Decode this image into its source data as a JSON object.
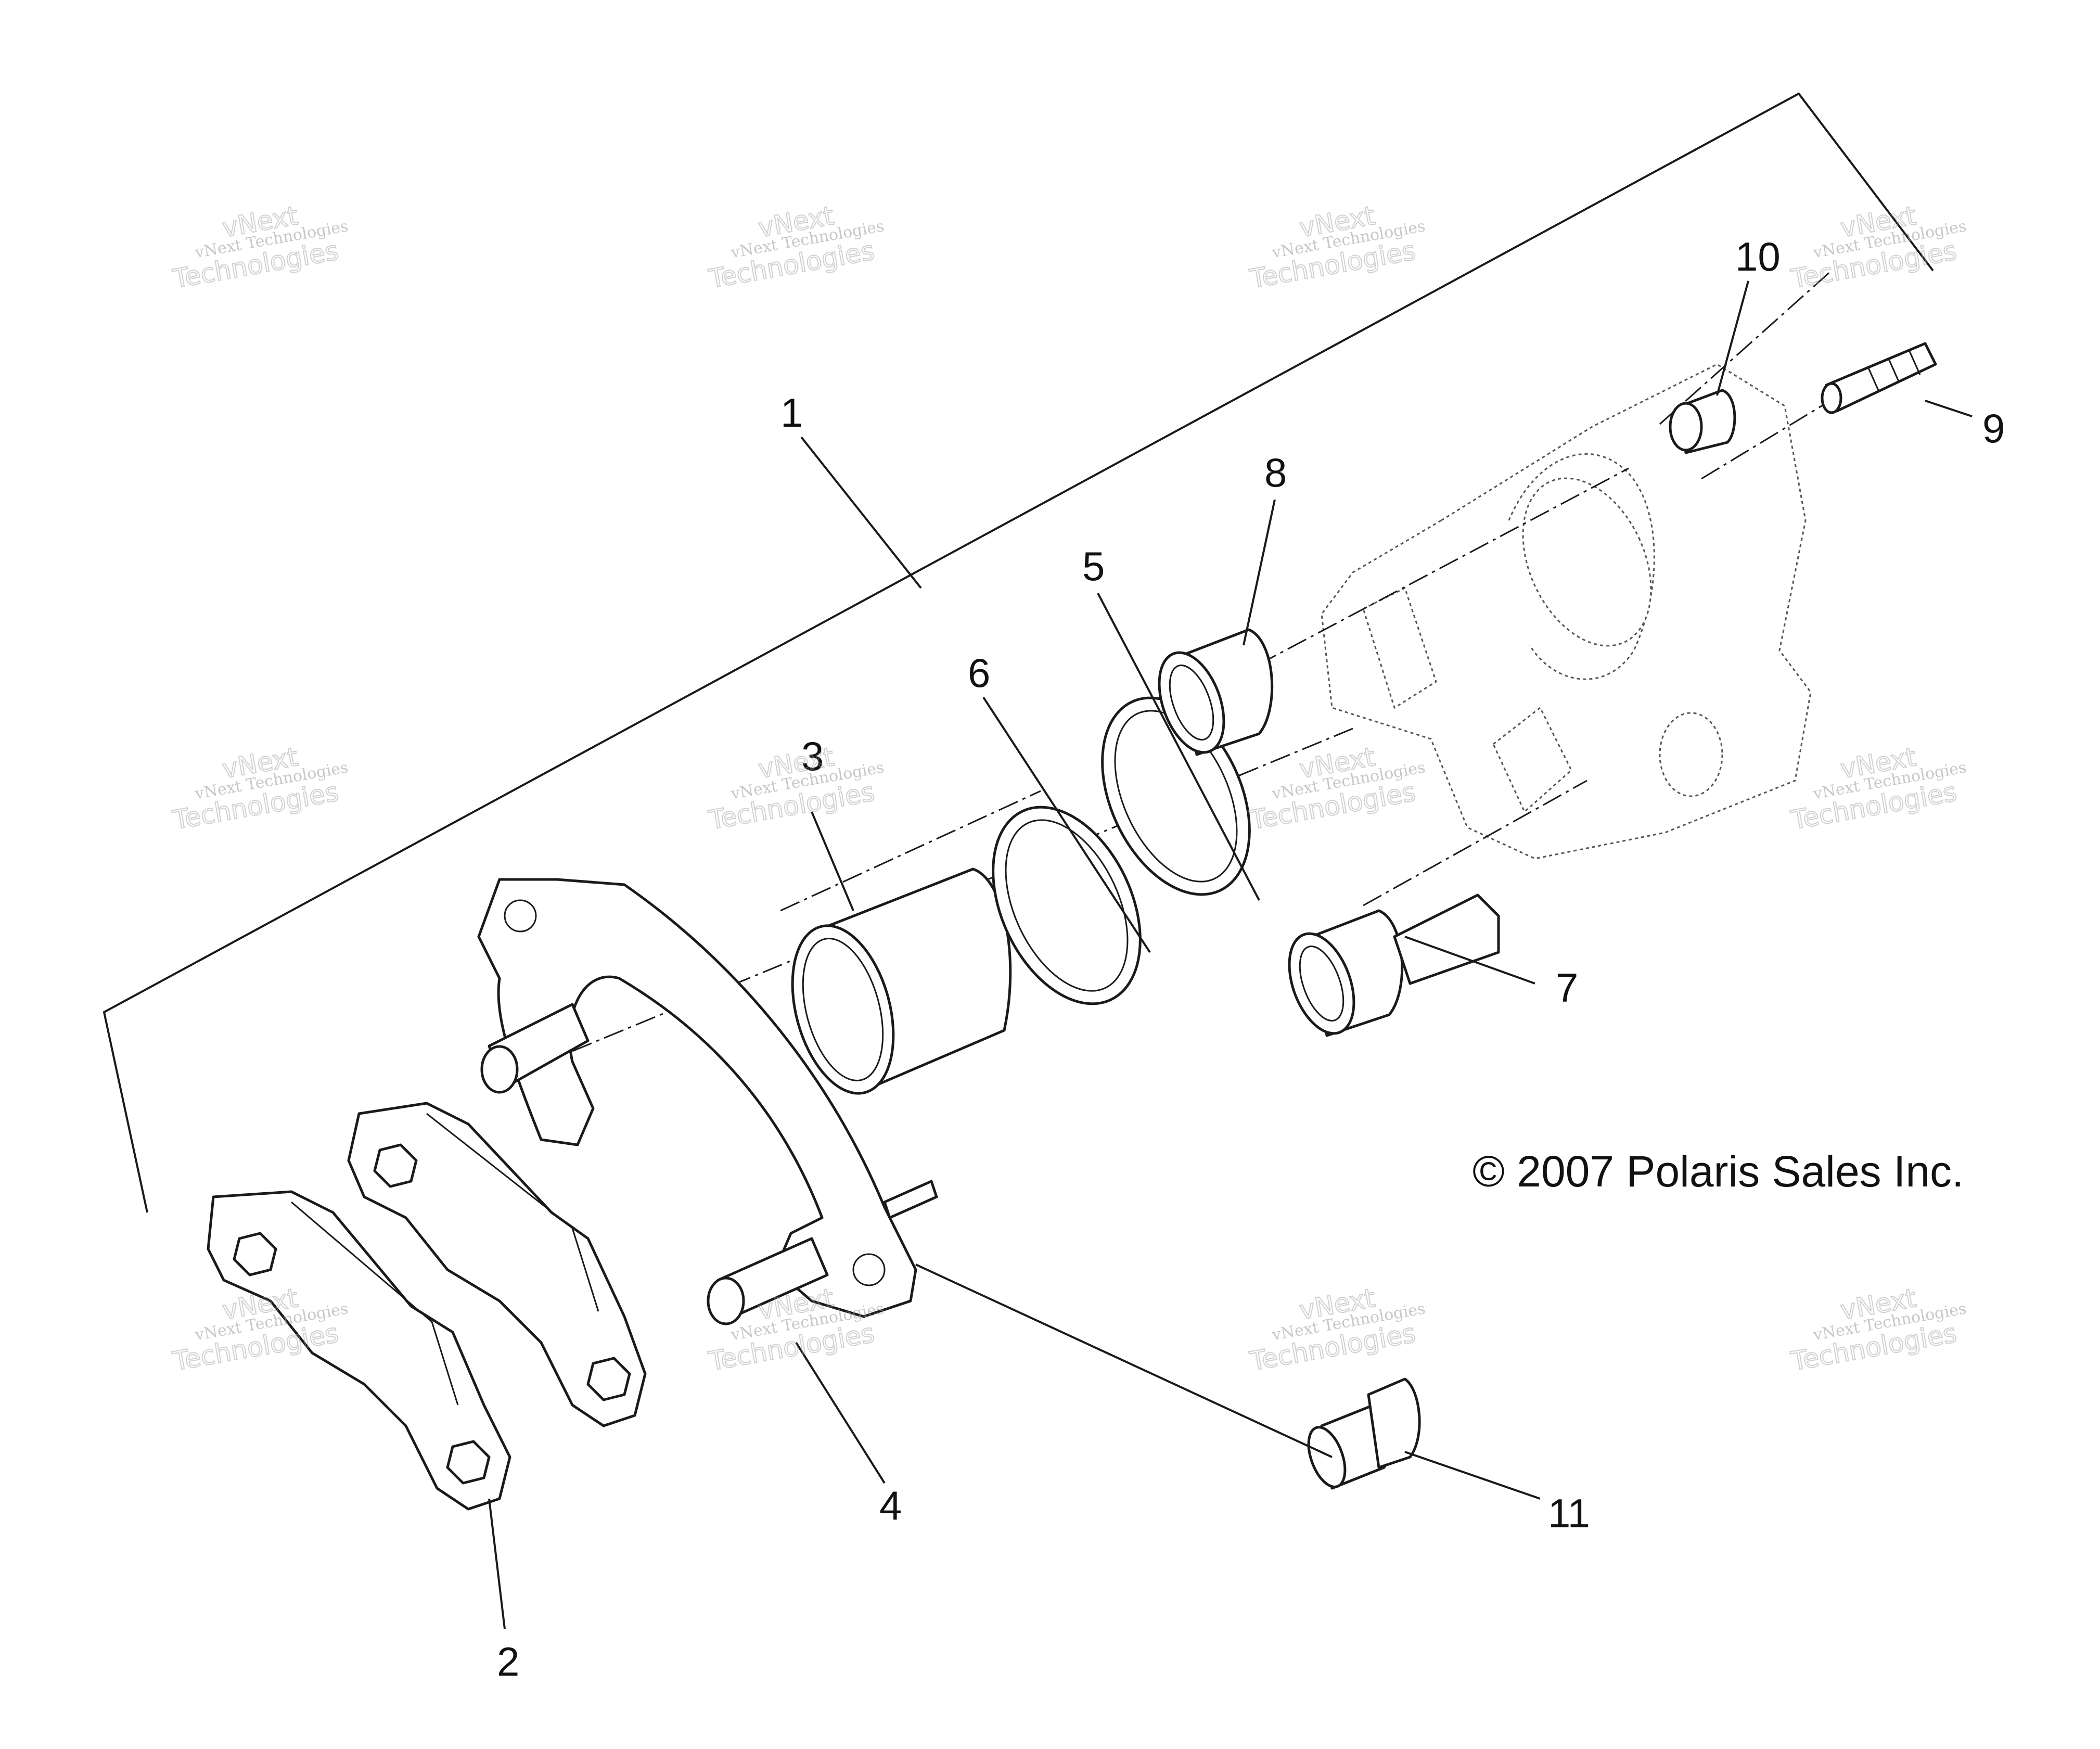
{
  "diagram": {
    "callouts": [
      "1",
      "2",
      "3",
      "4",
      "5",
      "6",
      "7",
      "8",
      "9",
      "10",
      "11"
    ],
    "copyright": "© 2007 Polaris Sales Inc.",
    "watermark": {
      "line1": "vNext Technologies",
      "line2": "vNext",
      "line3": "Technologies"
    }
  }
}
